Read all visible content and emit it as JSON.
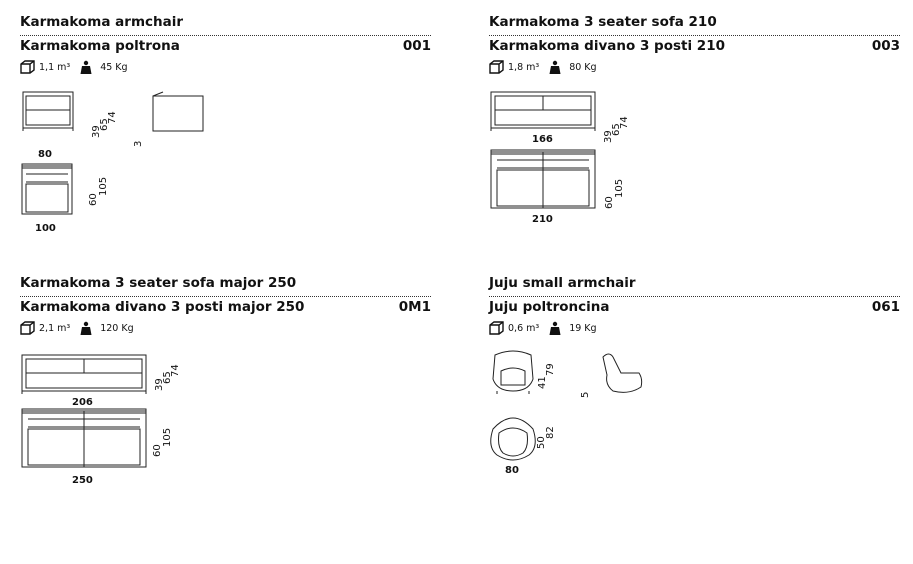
{
  "products": [
    {
      "title_en": "Karmakoma armchair",
      "title_it": "Karmakoma poltrona",
      "code": "001",
      "volume": "1,1 m³",
      "weight": "45 Kg",
      "icons": [
        "box-volume-icon",
        "weight-icon"
      ],
      "dims": {
        "width_front": "80",
        "width_top": "100",
        "h1": "39",
        "h2": "65",
        "h3": "74",
        "d1": "60",
        "d2": "105",
        "side": "3"
      }
    },
    {
      "title_en": "Karmakoma 3 seater sofa 210",
      "title_it": "Karmakoma divano 3 posti 210",
      "code": "003",
      "volume": "1,8 m³",
      "weight": "80 Kg",
      "icons": [
        "box-volume-icon",
        "weight-icon"
      ],
      "dims": {
        "width_front": "166",
        "width_top": "210",
        "h1": "39",
        "h2": "65",
        "h3": "74",
        "d1": "60",
        "d2": "105"
      }
    },
    {
      "title_en": "Karmakoma 3 seater sofa major 250",
      "title_it": "Karmakoma divano 3 posti major 250",
      "code": "0M1",
      "volume": "2,1 m³",
      "weight": "120 Kg",
      "icons": [
        "box-volume-icon",
        "weight-icon"
      ],
      "dims": {
        "width_front": "206",
        "width_top": "250",
        "h1": "39",
        "h2": "65",
        "h3": "74",
        "d1": "60",
        "d2": "105"
      }
    },
    {
      "title_en": "Juju small armchair",
      "title_it": "Juju poltroncina",
      "code": "061",
      "volume": "0,6 m³",
      "weight": "19 Kg",
      "icons": [
        "box-volume-icon",
        "weight-icon"
      ],
      "dims": {
        "width_top": "80",
        "h1": "41",
        "h2": "79",
        "d1": "50",
        "d2": "82",
        "side": "5"
      }
    }
  ]
}
